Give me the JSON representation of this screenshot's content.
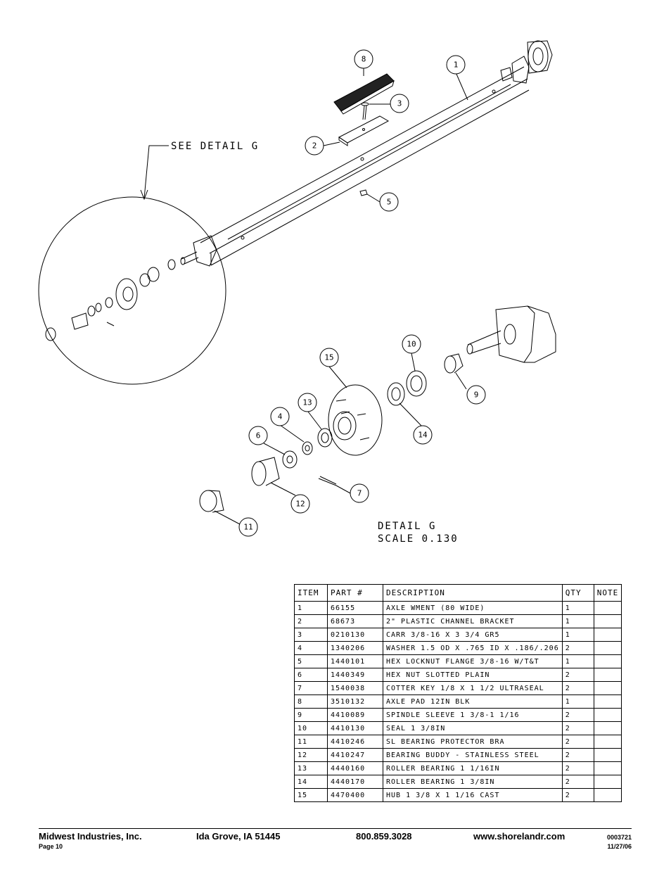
{
  "drawing": {
    "callout_see_detail": "SEE DETAIL  G",
    "detail_title": "DETAIL  G",
    "detail_scale": "SCALE  0.130",
    "balloons": [
      "1",
      "2",
      "3",
      "5",
      "8",
      "4",
      "6",
      "7",
      "9",
      "10",
      "11",
      "12",
      "13",
      "14",
      "15"
    ]
  },
  "table": {
    "headers": [
      "ITEM",
      "PART #",
      "DESCRIPTION",
      "QTY",
      "NOTE"
    ],
    "rows": [
      [
        "1",
        "66155",
        "AXLE WMENT (80 WIDE)",
        "1",
        ""
      ],
      [
        "2",
        "68673",
        "2\" PLASTIC CHANNEL BRACKET",
        "1",
        ""
      ],
      [
        "3",
        "0210130",
        "CARR 3/8-16 X 3 3/4 GR5",
        "1",
        ""
      ],
      [
        "4",
        "1340206",
        "WASHER 1.5 OD X .765 ID X .186/.206",
        "2",
        ""
      ],
      [
        "5",
        "1440101",
        "HEX LOCKNUT FLANGE 3/8-16 W/T&T",
        "1",
        ""
      ],
      [
        "6",
        "1440349",
        "HEX NUT SLOTTED PLAIN",
        "2",
        ""
      ],
      [
        "7",
        "1540038",
        "COTTER KEY 1/8 X 1 1/2 ULTRASEAL",
        "2",
        ""
      ],
      [
        "8",
        "3510132",
        "AXLE PAD 12IN  BLK",
        "1",
        ""
      ],
      [
        "9",
        "4410089",
        "SPINDLE SLEEVE  1 3/8-1 1/16",
        "2",
        ""
      ],
      [
        "10",
        "4410130",
        "SEAL  1 3/8IN",
        "2",
        ""
      ],
      [
        "11",
        "4410246",
        "SL BEARING PROTECTOR BRA",
        "2",
        ""
      ],
      [
        "12",
        "4410247",
        "BEARING BUDDY - STAINLESS STEEL",
        "2",
        ""
      ],
      [
        "13",
        "4440160",
        "ROLLER BEARING   1 1/16IN",
        "2",
        ""
      ],
      [
        "14",
        "4440170",
        "ROLLER BEARING   1 3/8IN",
        "2",
        ""
      ],
      [
        "15",
        "4470400",
        "HUB  1 3/8 X 1 1/16 CAST",
        "2",
        ""
      ]
    ]
  },
  "footer": {
    "company": "Midwest Industries, Inc.",
    "page": "Page 10",
    "city": "Ida Grove, IA  51445",
    "phone": "800.859.3028",
    "website": "www.shorelandr.com",
    "doc_number": "0003721",
    "date": "11/27/06"
  }
}
